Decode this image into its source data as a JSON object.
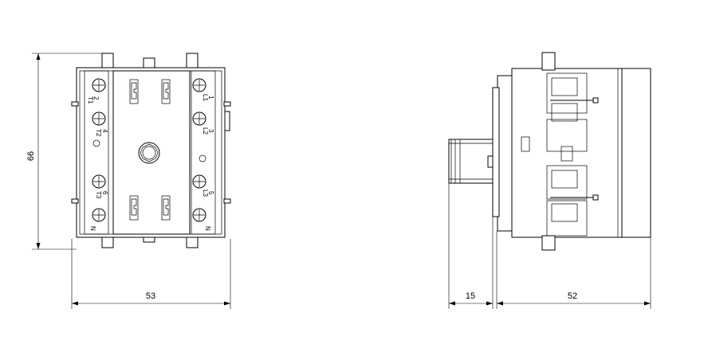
{
  "dimensions": {
    "height": "66",
    "width_front": "53",
    "shaft_length": "15",
    "depth": "52"
  },
  "terminal_labels": {
    "left_1": "2",
    "left_1b": "T1",
    "left_2": "4",
    "left_2b": "T2",
    "left_3": "6",
    "left_3b": "T3",
    "left_4": "N",
    "right_1": "1",
    "right_1b": "L1",
    "right_2": "3",
    "right_2b": "L2",
    "right_3": "5",
    "right_3b": "L3",
    "right_4": "N"
  }
}
